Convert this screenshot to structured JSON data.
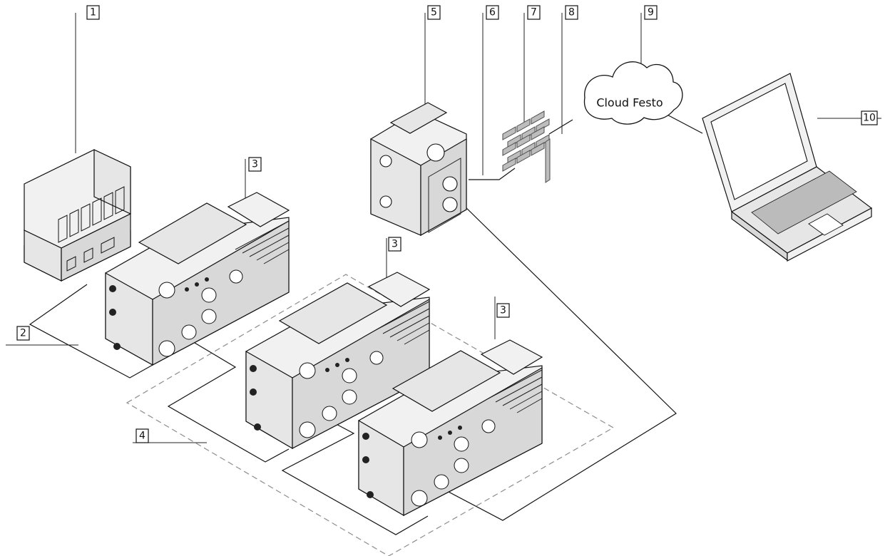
{
  "labels": {
    "one": "1",
    "two": "2",
    "three_a": "3",
    "three_b": "3",
    "three_c": "3",
    "four": "4",
    "five": "5",
    "six": "6",
    "seven": "7",
    "eight": "8",
    "nine": "9",
    "ten": "10"
  },
  "cloud": {
    "text": "Cloud Festo"
  },
  "colors": {
    "line": "#111111",
    "dashed_region": "#8d8d8d",
    "device_fill": "#f1f1f1",
    "brick": "#bdbdbd"
  }
}
